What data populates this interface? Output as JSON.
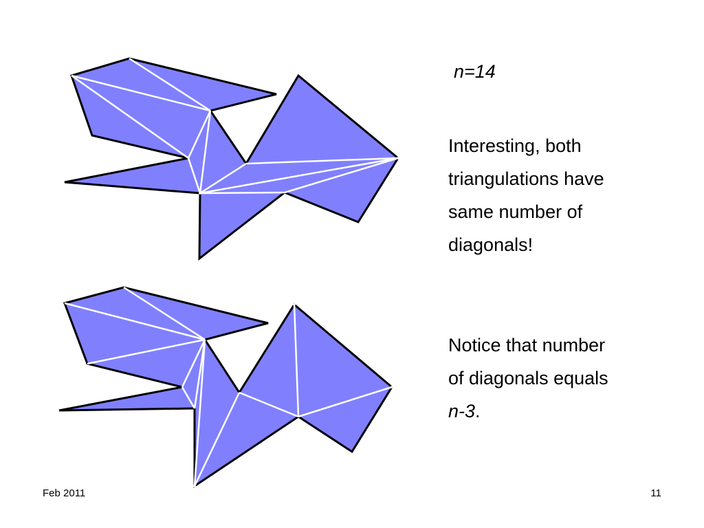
{
  "slide": {
    "n_label": "n=14",
    "paragraph1": {
      "lines": [
        "Interesting, both",
        "triangulations have",
        "same number of",
        "diagonals!"
      ]
    },
    "paragraph2": {
      "line1": "Notice that number",
      "line2": "of diagonals equals",
      "line3_italic": "n-3",
      "line3_tail": "."
    },
    "footer": {
      "date": "Feb 2011",
      "page_number": "11"
    }
  },
  "style": {
    "polygon_fill": "#8080ff",
    "polygon_stroke": "#000000",
    "diagonal_color": "#ffffff"
  }
}
